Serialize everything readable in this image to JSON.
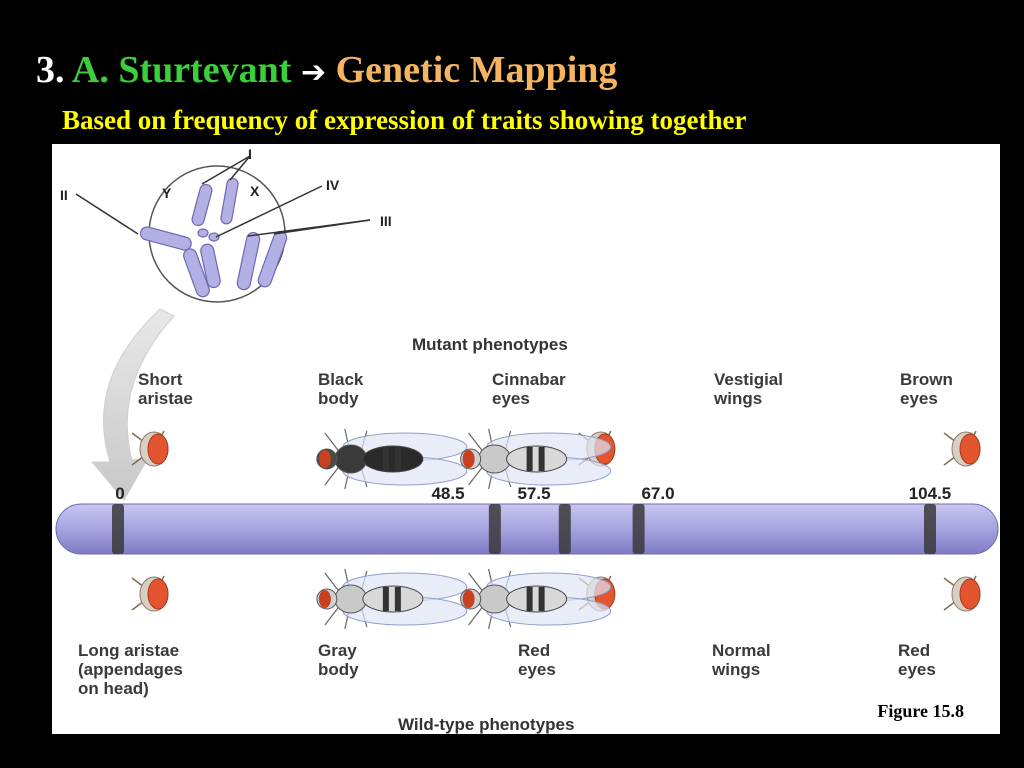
{
  "slide": {
    "title_number": "3.",
    "title_letter": "A.",
    "title_name": "Sturtevant",
    "title_arrow": "➔",
    "title_topic": "Genetic Mapping",
    "subtitle": "Based on frequency of expression  of  traits showing together",
    "colors": {
      "number": "#ffffff",
      "name_green": "#3bd03b",
      "topic_orange": "#f5b560",
      "subtitle_yellow": "#ffff00"
    }
  },
  "figure": {
    "caption": "Figure 15.8",
    "mutant_heading": "Mutant phenotypes",
    "wildtype_heading": "Wild-type phenotypes",
    "chromosome_labels": [
      "I",
      "II",
      "III",
      "IV",
      "X",
      "Y"
    ],
    "loci": [
      {
        "position": "0",
        "mutant": "Short\naristae",
        "wildtype": "Long aristae\n(appendages\non head)",
        "organ": "head"
      },
      {
        "position": "48.5",
        "mutant": "Black\nbody",
        "wildtype": "Gray\nbody",
        "organ": "fly"
      },
      {
        "position": "57.5",
        "mutant": "Cinnabar\neyes",
        "wildtype": "Red\neyes",
        "organ": "head"
      },
      {
        "position": "67.0",
        "mutant": "Vestigial\nwings",
        "wildtype": "Normal\nwings",
        "organ": "fly"
      },
      {
        "position": "104.5",
        "mutant": "Brown\neyes",
        "wildtype": "Red\neyes",
        "organ": "head"
      }
    ],
    "map_max": 104.5,
    "chromosome_color": "#a7a3e0",
    "band_color": "#3a3a3a"
  }
}
